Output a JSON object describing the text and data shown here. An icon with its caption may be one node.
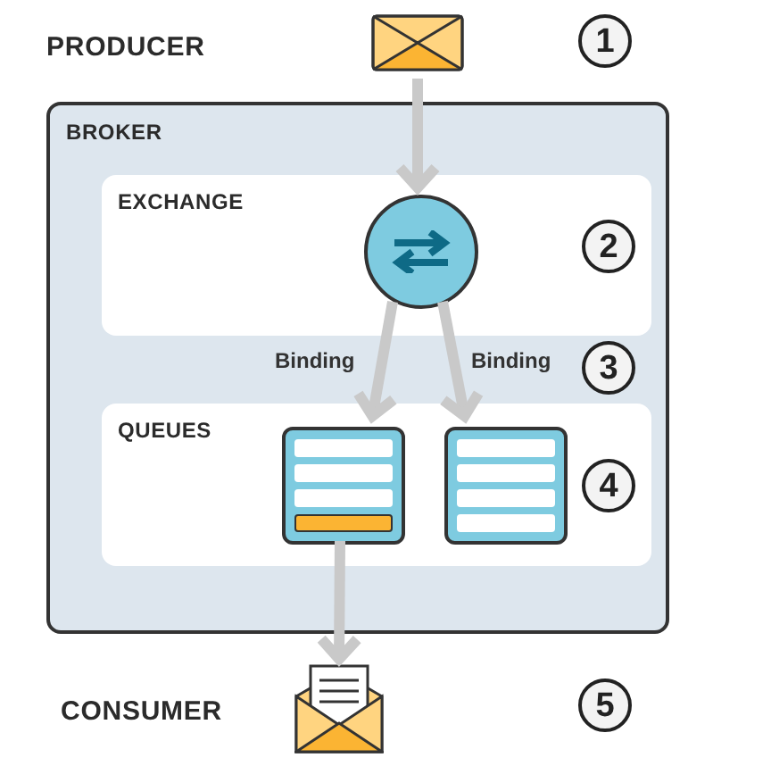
{
  "diagram": {
    "nodes": [
      {
        "text": [],
        "shape": "picture"
      },
      {
        "text": [
          "BROKER"
        ]
      },
      {
        "text": [
          "EXCHANGE"
        ],
        "in": 1
      },
      {
        "text": [],
        "shape": "circle",
        "in": 2
      },
      {
        "text": [
          "QUEUES"
        ],
        "in": 1
      },
      {
        "text": [],
        "shape": "box",
        "in": 4
      },
      {
        "text": [],
        "shape": "box",
        "in": 4
      },
      {
        "text": [],
        "shape": "picture"
      },
      {
        "text": [
          "1"
        ]
      },
      {
        "text": [
          "2"
        ],
        "in": 2
      },
      {
        "text": [
          "3"
        ],
        "in": 1
      },
      {
        "text": [
          "4"
        ],
        "in": 4
      },
      {
        "text": [
          "5"
        ]
      }
    ],
    "edges": [
      {
        "from": 0,
        "to": 3,
        "arrow": "to"
      },
      {
        "from": 3,
        "to": 5,
        "arrow": "to",
        "label": "Binding"
      },
      {
        "from": 3,
        "to": 6,
        "arrow": "to",
        "label": "Binding"
      },
      {
        "from": 5,
        "to": 7,
        "arrow": "to"
      }
    ],
    "labels": [
      "PRODUCER",
      "CONSUMER"
    ]
  }
}
